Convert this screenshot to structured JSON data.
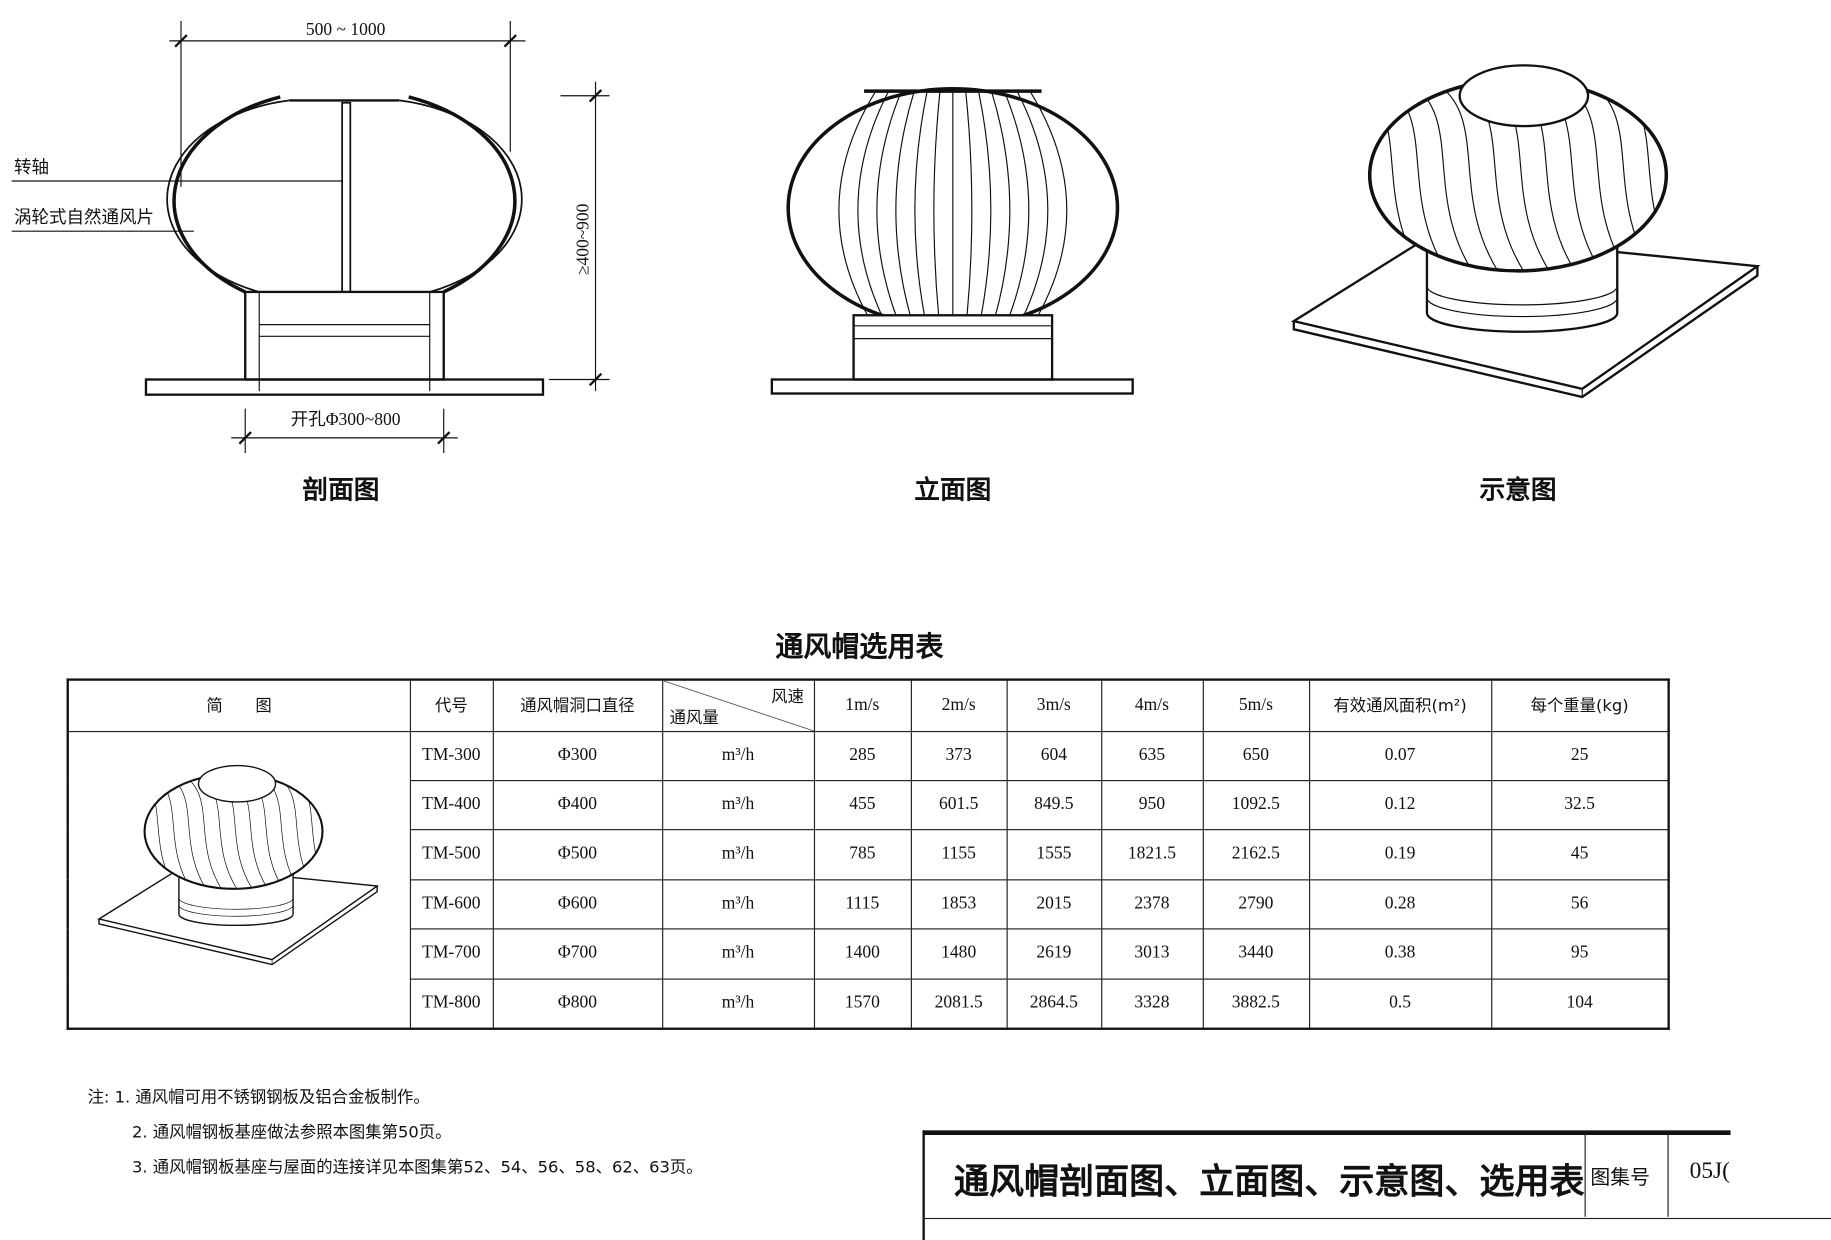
{
  "drawings": {
    "section": {
      "caption": "剖面图",
      "width_dim": "500 ~ 1000",
      "height_dim": "≥400~900",
      "opening_dim": "开孔Φ300~800",
      "label_shaft": "转轴",
      "label_vane": "涡轮式自然通风片"
    },
    "elevation": {
      "caption": "立面图"
    },
    "perspective": {
      "caption": "示意图"
    }
  },
  "table": {
    "title": "通风帽选用表",
    "headers": {
      "sketch": "简　　图",
      "code": "代号",
      "diameter": "通风帽洞口直径",
      "diag_top": "风速",
      "diag_bottom": "通风量",
      "v1": "1m/s",
      "v2": "2m/s",
      "v3": "3m/s",
      "v4": "4m/s",
      "v5": "5m/s",
      "area": "有效通风面积(m²)",
      "weight": "每个重量(kg)"
    },
    "rows": [
      {
        "code": "TM-300",
        "dia": "Φ300",
        "unit": "m³/h",
        "v1": "285",
        "v2": "373",
        "v3": "604",
        "v4": "635",
        "v5": "650",
        "area": "0.07",
        "weight": "25"
      },
      {
        "code": "TM-400",
        "dia": "Φ400",
        "unit": "m³/h",
        "v1": "455",
        "v2": "601.5",
        "v3": "849.5",
        "v4": "950",
        "v5": "1092.5",
        "area": "0.12",
        "weight": "32.5"
      },
      {
        "code": "TM-500",
        "dia": "Φ500",
        "unit": "m³/h",
        "v1": "785",
        "v2": "1155",
        "v3": "1555",
        "v4": "1821.5",
        "v5": "2162.5",
        "area": "0.19",
        "weight": "45"
      },
      {
        "code": "TM-600",
        "dia": "Φ600",
        "unit": "m³/h",
        "v1": "1115",
        "v2": "1853",
        "v3": "2015",
        "v4": "2378",
        "v5": "2790",
        "area": "0.28",
        "weight": "56"
      },
      {
        "code": "TM-700",
        "dia": "Φ700",
        "unit": "m³/h",
        "v1": "1400",
        "v2": "1480",
        "v3": "2619",
        "v4": "3013",
        "v5": "3440",
        "area": "0.38",
        "weight": "95"
      },
      {
        "code": "TM-800",
        "dia": "Φ800",
        "unit": "m³/h",
        "v1": "1570",
        "v2": "2081.5",
        "v3": "2864.5",
        "v4": "3328",
        "v5": "3882.5",
        "area": "0.5",
        "weight": "104"
      }
    ]
  },
  "notes": {
    "prefix": "注:",
    "items": [
      "1. 通风帽可用不锈钢钢板及铝合金板制作。",
      "2. 通风帽钢板基座做法参照本图集第50页。",
      "3. 通风帽钢板基座与屋面的连接详见本图集第52、54、56、58、62、63页。"
    ]
  },
  "title_block": {
    "title": "通风帽剖面图、立面图、示意图、选用表",
    "atlas_label": "图集号",
    "atlas_number": "05J("
  }
}
